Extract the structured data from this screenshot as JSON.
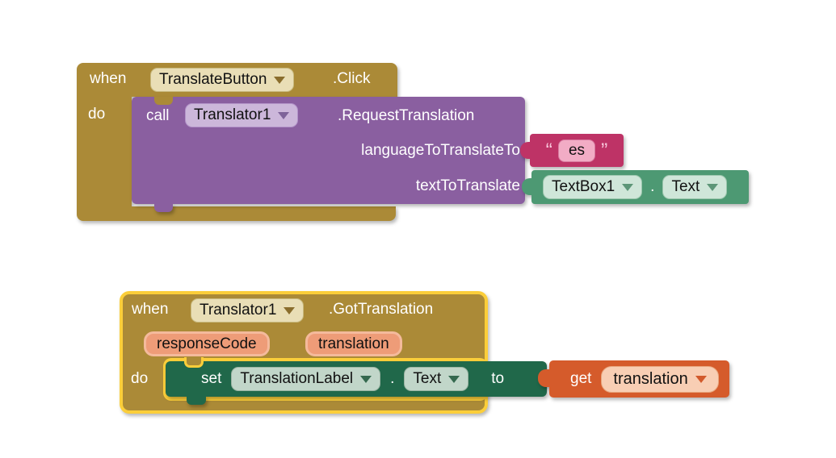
{
  "colors": {
    "gold": "#AB8A37",
    "cream": "#E9DEB6",
    "purple": "#8A5FA0",
    "lavender": "#CCB7DA",
    "crimson": "#BE3366",
    "pink": "#F2ACC5",
    "green": "#4D9973",
    "palegreen": "#CFE6D9",
    "darkgreen": "#20684A",
    "sage": "#C1D6C9",
    "orange": "#D55B2B",
    "peach": "#F8CEB4",
    "salmon": "#EE9C78",
    "highlight": "#FBCE3A"
  },
  "blocks": {
    "translate_click": {
      "when": "when",
      "component": "TranslateButton",
      "event": ".Click",
      "do": "do",
      "call": {
        "label": "call",
        "component": "Translator1",
        "method": ".RequestTranslation",
        "arg1": "languageToTranslateTo",
        "arg2": "textToTranslate"
      },
      "text_arg": {
        "open_quote": "“",
        "value": "es",
        "close_quote": "”"
      },
      "getter": {
        "component": "TextBox1",
        "dot": ".",
        "property": "Text"
      }
    },
    "got_translation": {
      "when": "when",
      "component": "Translator1",
      "event": ".GotTranslation",
      "param1": "responseCode",
      "param2": "translation",
      "do": "do",
      "setter": {
        "label": "set",
        "component": "TranslationLabel",
        "dot": ".",
        "property": "Text",
        "to": "to"
      },
      "getter": {
        "label": "get",
        "variable": "translation"
      }
    }
  }
}
